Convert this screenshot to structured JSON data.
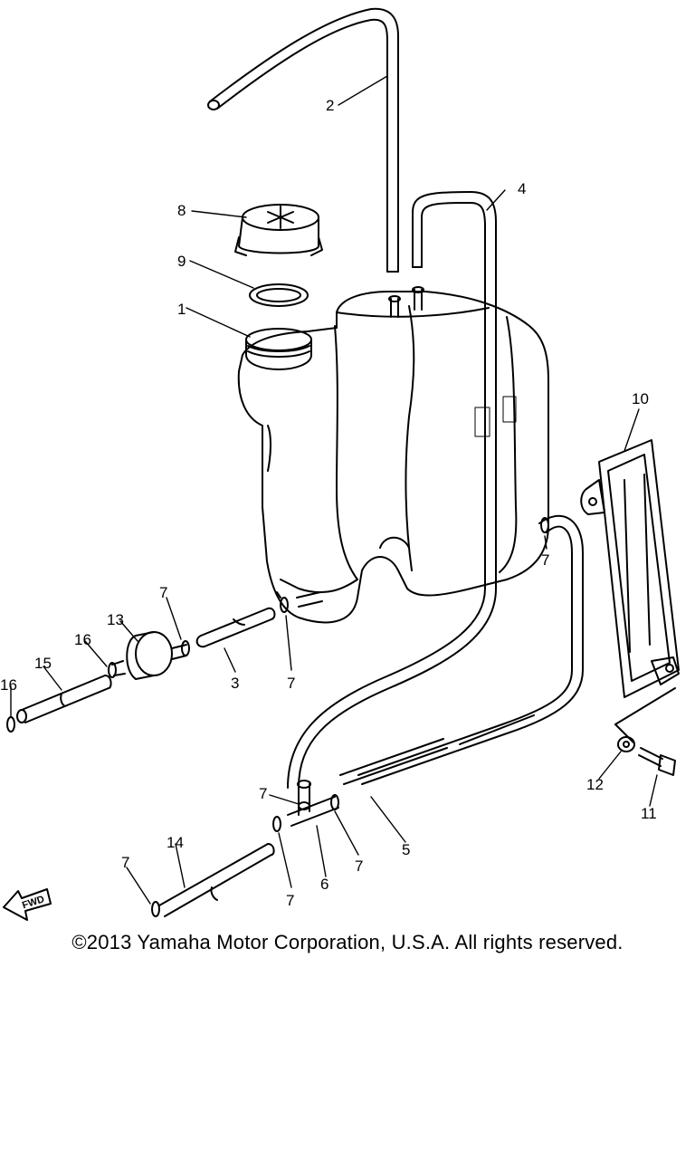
{
  "diagram": {
    "callouts": {
      "c1": "1",
      "c2": "2",
      "c3": "3",
      "c4": "4",
      "c5": "5",
      "c6": "6",
      "c7a": "7",
      "c7b": "7",
      "c7c": "7",
      "c7d": "7",
      "c7e": "7",
      "c7f": "7",
      "c7g": "7",
      "c8": "8",
      "c9": "9",
      "c10": "10",
      "c11": "11",
      "c12": "12",
      "c13": "13",
      "c14": "14",
      "c15": "15",
      "c16a": "16",
      "c16b": "16"
    },
    "fwd_label": "FWD"
  },
  "footer": {
    "copyright": "©2013 Yamaha Motor Corporation, U.S.A. All rights reserved."
  }
}
